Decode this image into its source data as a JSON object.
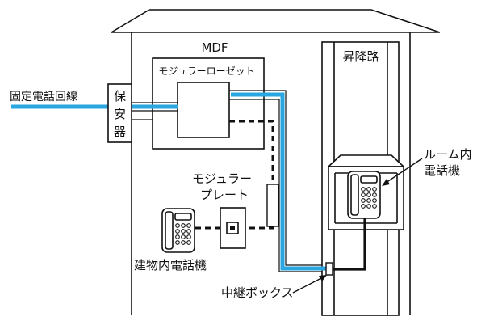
{
  "labels": {
    "mdf": "MDF",
    "modular_rosette": "モジュラーローゼット",
    "shaft": "昇降路",
    "fixed_line": "固定電話回線",
    "protector_1": "保",
    "protector_2": "安",
    "protector_3": "器",
    "room_phone_1": "ルーム内",
    "room_phone_2": "電話機",
    "modular_plate_1": "モジュラー",
    "modular_plate_2": "プレート",
    "building_phone": "建物内電話機",
    "relay_box": "中継ボックス"
  },
  "colors": {
    "line_blue": "#2aa7e0",
    "ink": "#111111",
    "phone_fill": "#ffffff"
  },
  "icons": {
    "room_phone": "telephone-icon",
    "building_phone": "telephone-icon",
    "modular_jack": "modular-jack-icon"
  }
}
